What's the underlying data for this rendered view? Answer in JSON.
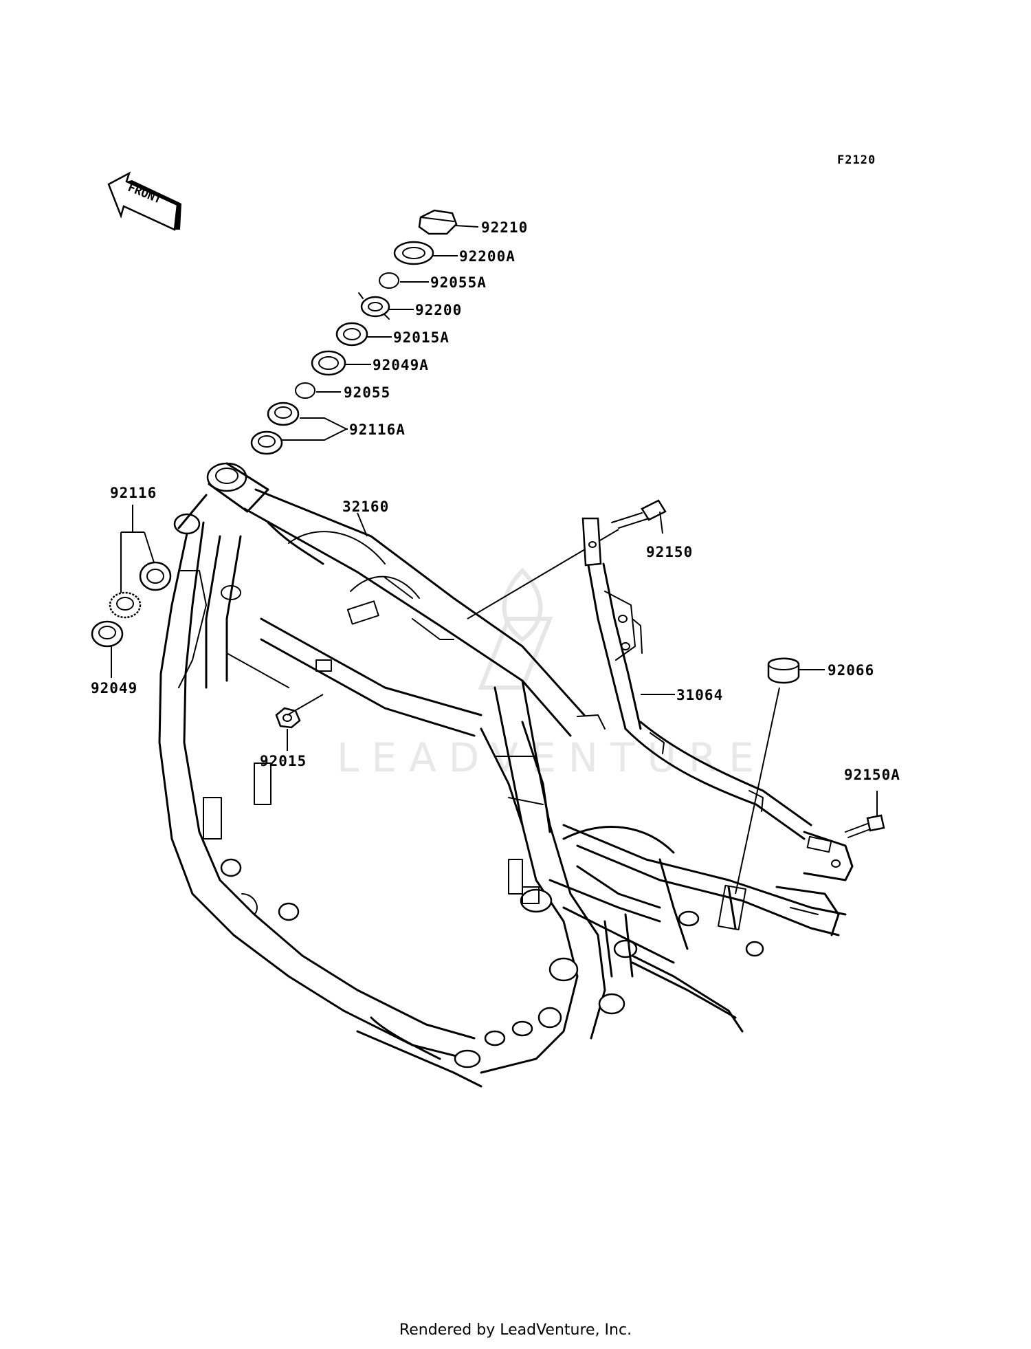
{
  "diagram": {
    "ref_code": "F2120",
    "front_label": "FRONT",
    "watermark": "LEADVENTURE",
    "footer": "Rendered by LeadVenture, Inc.",
    "parts": [
      {
        "id": "92210",
        "label": "92210"
      },
      {
        "id": "92200A",
        "label": "92200A"
      },
      {
        "id": "92055A",
        "label": "92055A"
      },
      {
        "id": "92200",
        "label": "92200"
      },
      {
        "id": "92015A",
        "label": "92015A"
      },
      {
        "id": "92049A",
        "label": "92049A"
      },
      {
        "id": "92055",
        "label": "92055"
      },
      {
        "id": "92116A",
        "label": "92116A"
      },
      {
        "id": "92116",
        "label": "92116"
      },
      {
        "id": "32160",
        "label": "32160"
      },
      {
        "id": "92150",
        "label": "92150"
      },
      {
        "id": "92049",
        "label": "92049"
      },
      {
        "id": "31064",
        "label": "31064"
      },
      {
        "id": "92066",
        "label": "92066"
      },
      {
        "id": "92015",
        "label": "92015"
      },
      {
        "id": "92150A",
        "label": "92150A"
      }
    ]
  }
}
